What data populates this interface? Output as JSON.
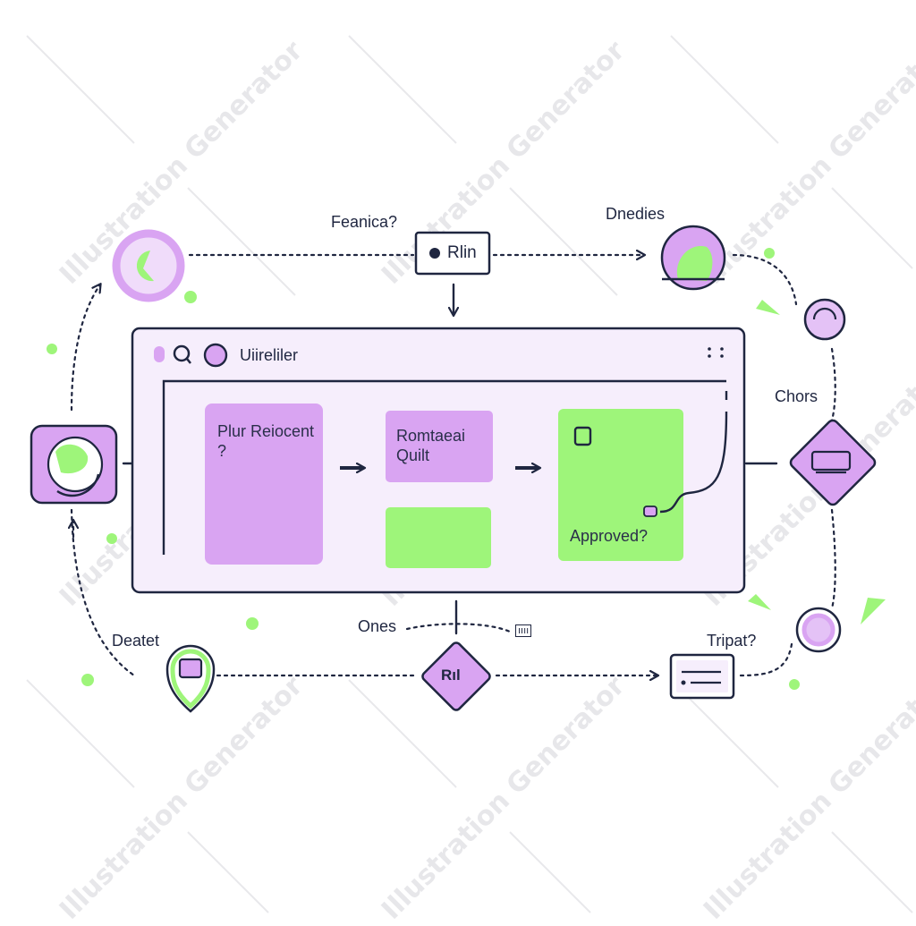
{
  "labels": {
    "top_question": "Feanica?",
    "run_button": "Rlin",
    "top_right": "Dnedies",
    "right_side": "Chors",
    "bottom_left": "Deatet",
    "bottom_center": "Ones",
    "bottom_right": "Tripat?",
    "tiny_tag": "ıııı",
    "diamond_bottom": "Rıl"
  },
  "window": {
    "title": "Uiireliler",
    "stage1": "Plur Reiocent ?",
    "stage2": "Romtaeai Quilt",
    "stage3": "Approved?"
  },
  "watermark": "Illustration Generator",
  "colors": {
    "purple": "#d9a4f2",
    "purple_light": "#f4ecfb",
    "green": "#9ef57a",
    "ink": "#1f2640"
  }
}
